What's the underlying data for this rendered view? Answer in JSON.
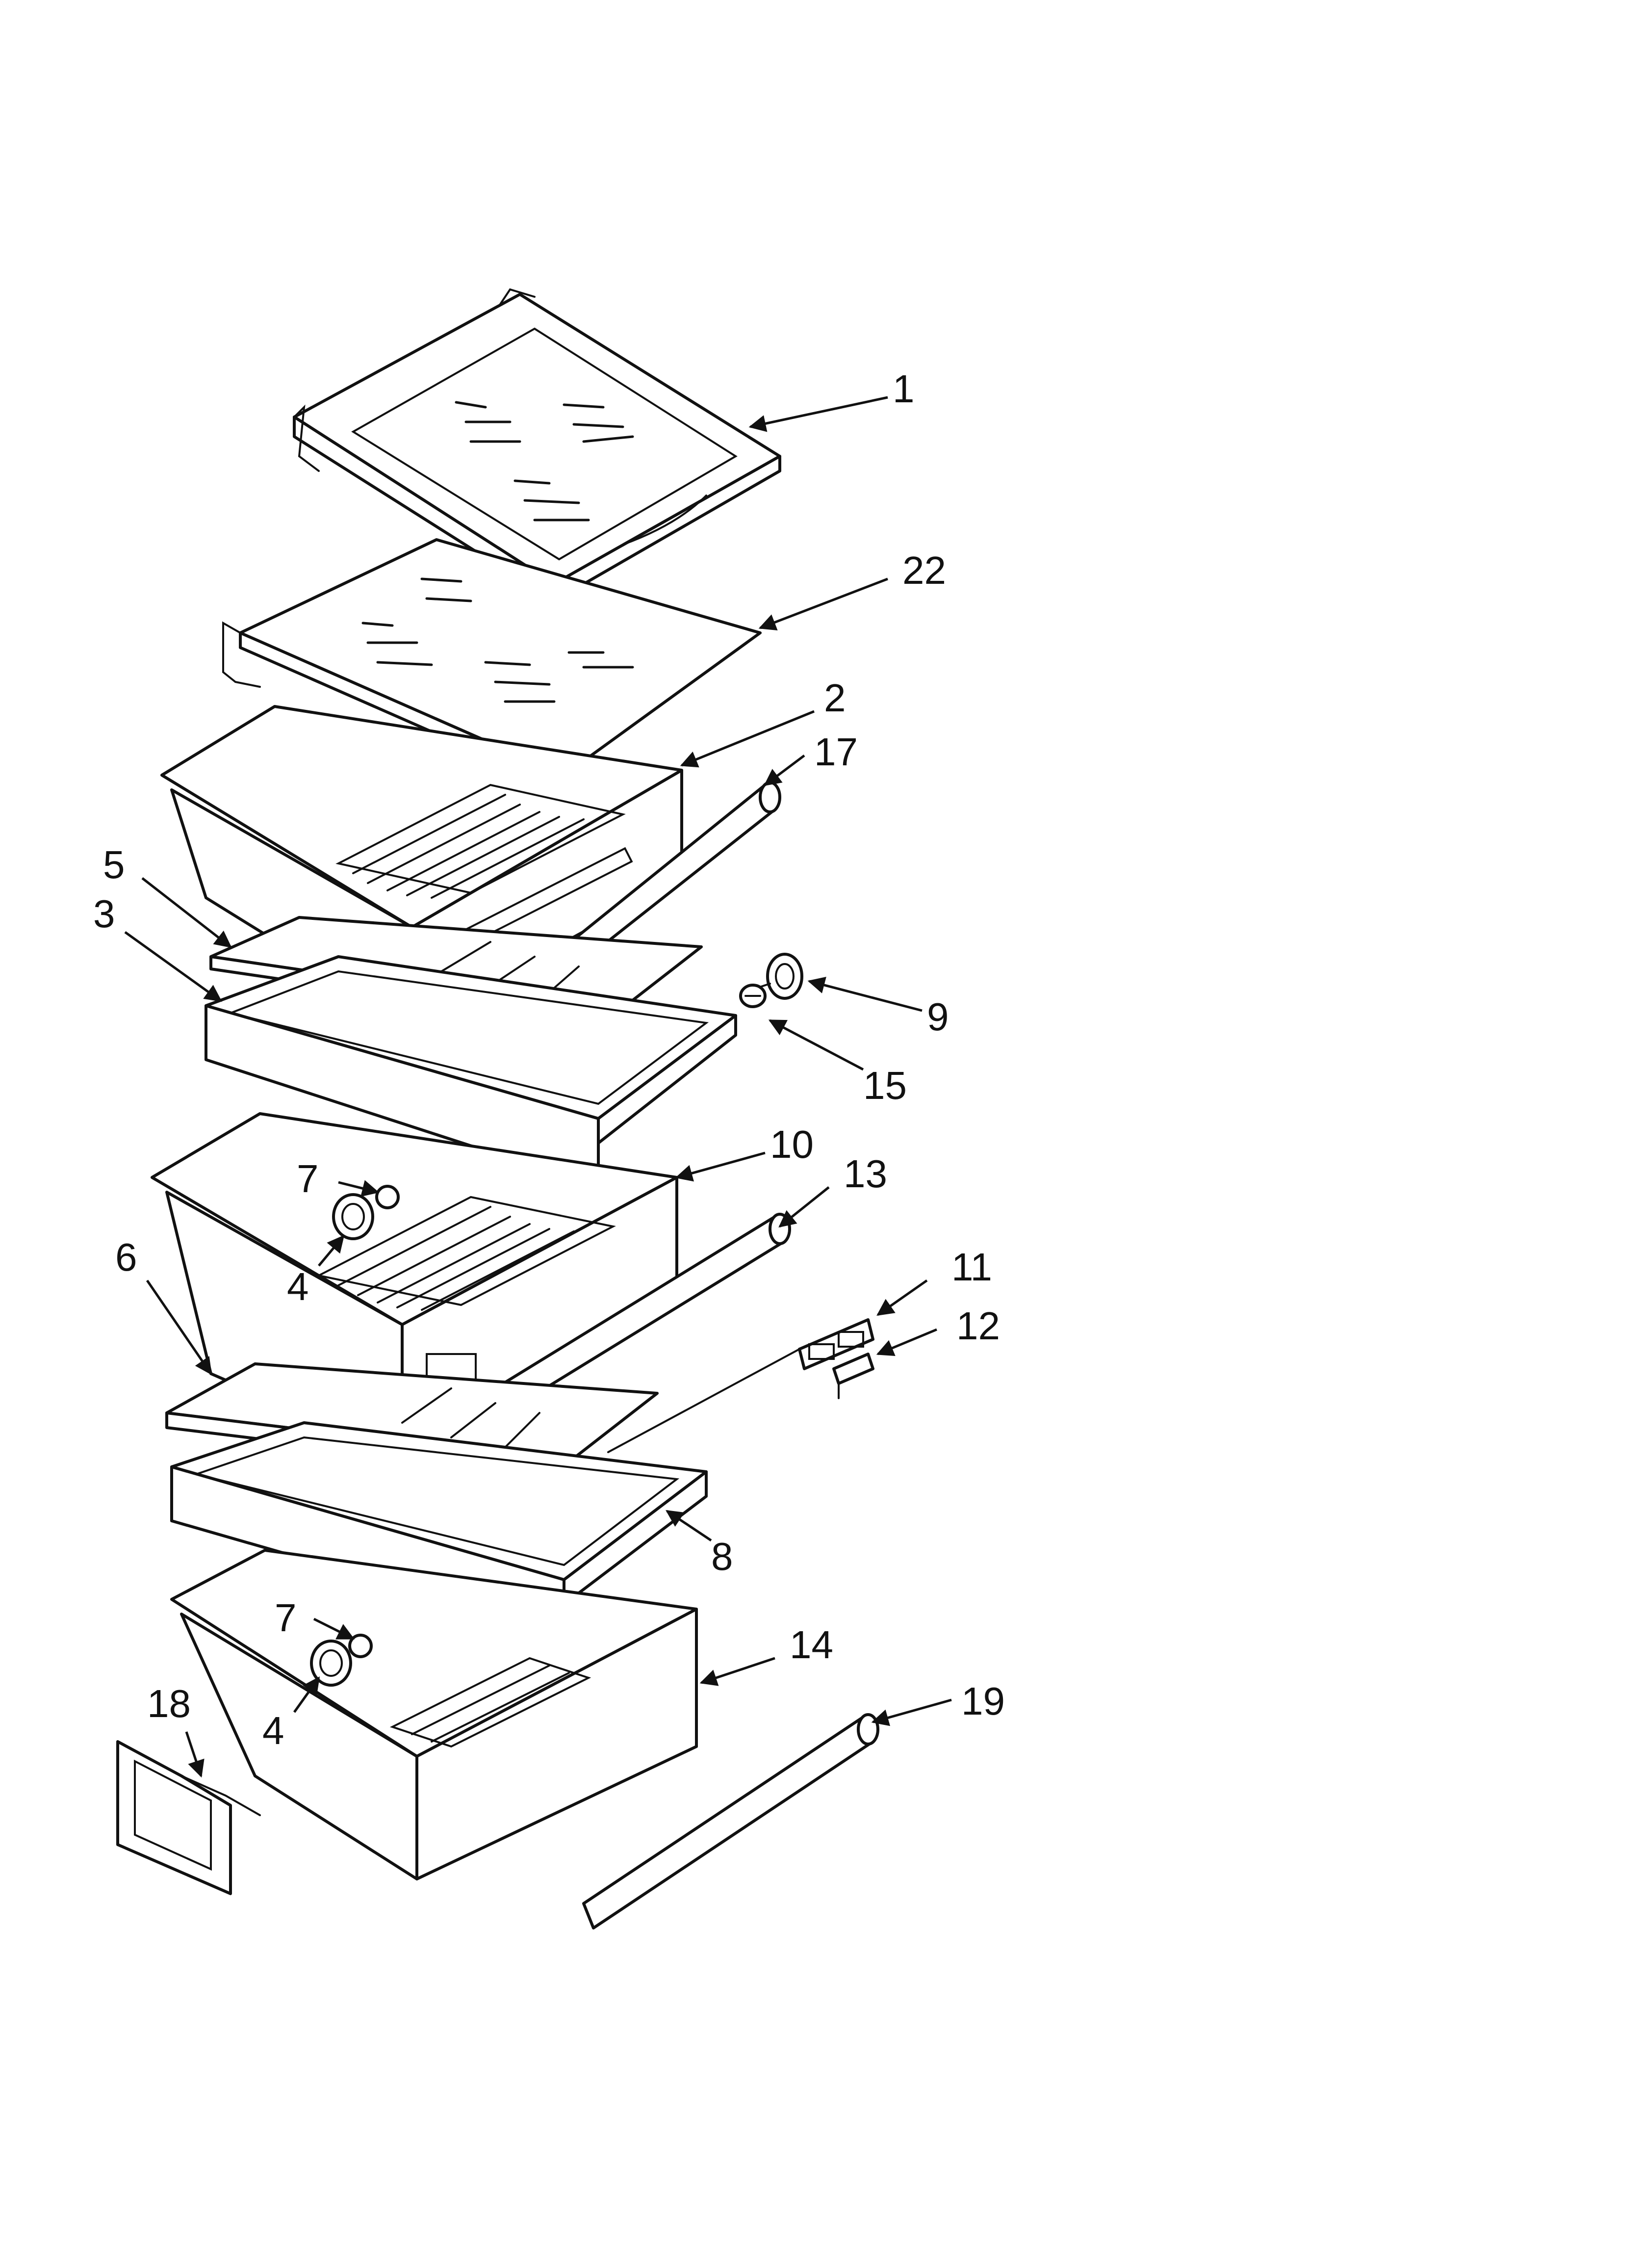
{
  "callouts": {
    "c1": "1",
    "c22": "22",
    "c2": "2",
    "c17": "17",
    "c5": "5",
    "c3": "3",
    "c9": "9",
    "c15": "15",
    "c10": "10",
    "c13": "13",
    "c7a": "7",
    "c4a": "4",
    "c6": "6",
    "c11": "11",
    "c12": "12",
    "c8": "8",
    "c7b": "7",
    "c14": "14",
    "c4b": "4",
    "c18": "18",
    "c19": "19"
  }
}
